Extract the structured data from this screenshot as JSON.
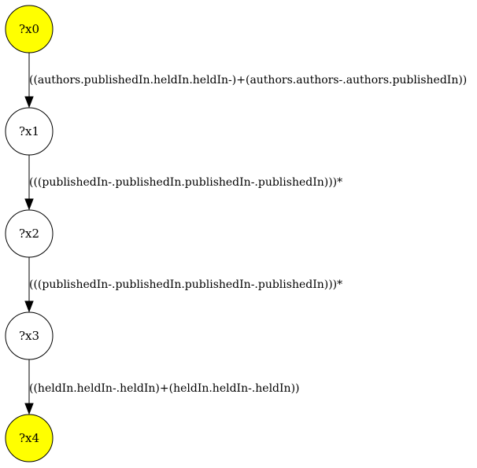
{
  "colors": {
    "highlight": "#ffff00",
    "normal": "#ffffff"
  },
  "nodes": [
    {
      "id": "x0",
      "label": "?x0",
      "highlighted": true
    },
    {
      "id": "x1",
      "label": "?x1",
      "highlighted": false
    },
    {
      "id": "x2",
      "label": "?x2",
      "highlighted": false
    },
    {
      "id": "x3",
      "label": "?x3",
      "highlighted": false
    },
    {
      "id": "x4",
      "label": "?x4",
      "highlighted": true
    }
  ],
  "edges": [
    {
      "from": "x0",
      "to": "x1",
      "label": "((authors.publishedIn.heldIn.heldIn-)+(authors.authors-.authors.publishedIn))"
    },
    {
      "from": "x1",
      "to": "x2",
      "label": "(((publishedIn-.publishedIn.publishedIn-.publishedIn)))*"
    },
    {
      "from": "x2",
      "to": "x3",
      "label": "(((publishedIn-.publishedIn.publishedIn-.publishedIn)))*"
    },
    {
      "from": "x3",
      "to": "x4",
      "label": "((heldIn.heldIn-.heldIn)+(heldIn.heldIn-.heldIn))"
    }
  ]
}
